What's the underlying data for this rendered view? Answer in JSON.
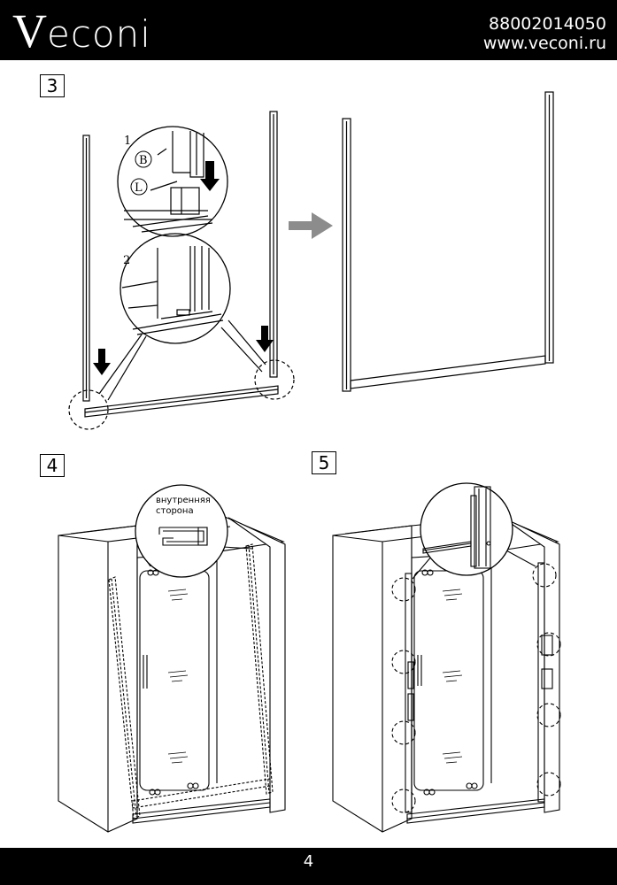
{
  "header": {
    "logo_initial": "V",
    "logo_rest": "econi",
    "phone": "88002014050",
    "website": "www.veconi.ru"
  },
  "steps": {
    "step3": "3",
    "step4": "4",
    "step5": "5"
  },
  "step3_detail": {
    "callout1_number": "1",
    "callout2_number": "2",
    "label_b": "B",
    "label_l": "L"
  },
  "step4_detail": {
    "caption_line1": "внутренняя",
    "caption_line2": "сторона"
  },
  "footer": {
    "page_number": "4"
  }
}
